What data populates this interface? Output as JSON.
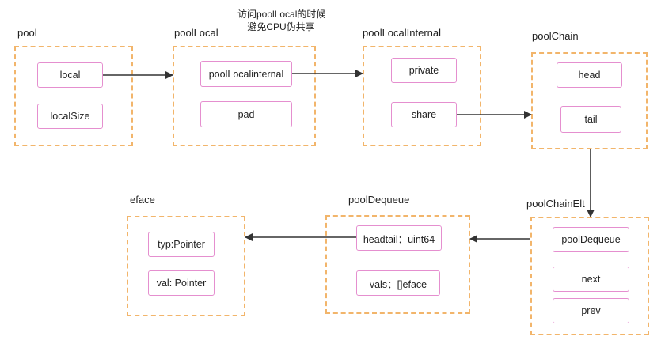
{
  "note": {
    "line1": "访问poolLocal的时候",
    "line2": "避免CPU伪共享"
  },
  "groups": {
    "pool": {
      "title": "pool",
      "fields": [
        "local",
        "localSize"
      ]
    },
    "poolLocal": {
      "title": "poolLocal",
      "fields": [
        "poolLocalinternal",
        "pad"
      ]
    },
    "poolLocalInternal": {
      "title": "poolLocalInternal",
      "fields": [
        "private",
        "share"
      ]
    },
    "poolChain": {
      "title": "poolChain",
      "fields": [
        "head",
        "tail"
      ]
    },
    "poolChainElt": {
      "title": "poolChainElt",
      "fields": [
        "poolDequeue",
        "next",
        "prev"
      ]
    },
    "poolDequeue": {
      "title": "poolDequeue",
      "fields": [
        "headtail：uint64",
        "vals：[]eface"
      ]
    },
    "eface": {
      "title": "eface",
      "fields": [
        "typ:Pointer",
        "val: Pointer"
      ]
    }
  },
  "colors": {
    "group_border": "#f2b56b",
    "field_border": "#e58fcf",
    "arrow": "#333333"
  }
}
